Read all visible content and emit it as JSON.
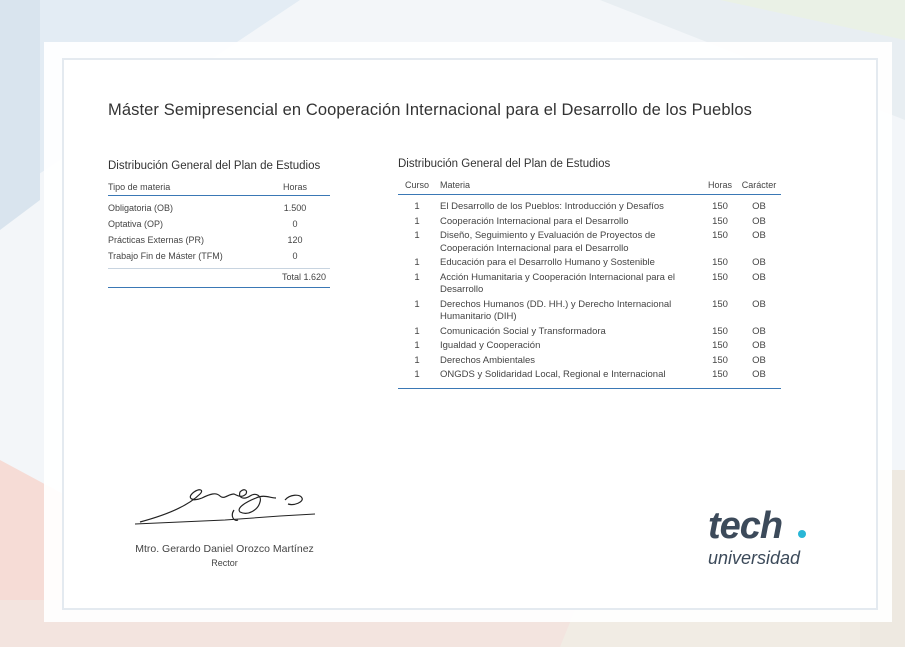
{
  "certificate": {
    "title": "Máster Semipresencial en Cooperación Internacional para el Desarrollo de los Pueblos"
  },
  "summary": {
    "heading": "Distribución General del Plan de Estudios",
    "headers": {
      "type": "Tipo de materia",
      "hours": "Horas"
    },
    "rows": [
      {
        "type": "Obligatoria (OB)",
        "hours": "1.500"
      },
      {
        "type": "Optativa (OP)",
        "hours": "0"
      },
      {
        "type": "Prácticas Externas (PR)",
        "hours": "120"
      },
      {
        "type": "Trabajo Fin de Máster (TFM)",
        "hours": "0"
      }
    ],
    "total": "Total 1.620"
  },
  "detail": {
    "heading": "Distribución General del Plan de Estudios",
    "headers": {
      "curso": "Curso",
      "materia": "Materia",
      "horas": "Horas",
      "caracter": "Carácter"
    },
    "rows": [
      {
        "curso": "1",
        "materia": "El Desarrollo de los Pueblos: Introducción y Desafíos",
        "horas": "150",
        "caracter": "OB"
      },
      {
        "curso": "1",
        "materia": "Cooperación Internacional para el Desarrollo",
        "horas": "150",
        "caracter": "OB"
      },
      {
        "curso": "1",
        "materia": "Diseño, Seguimiento y Evaluación de Proyectos de Cooperación Internacional para el Desarrollo",
        "horas": "150",
        "caracter": "OB"
      },
      {
        "curso": "1",
        "materia": "Educación para el Desarrollo Humano y Sostenible",
        "horas": "150",
        "caracter": "OB"
      },
      {
        "curso": "1",
        "materia": "Acción Humanitaria y Cooperación Internacional para el Desarrollo",
        "horas": "150",
        "caracter": "OB"
      },
      {
        "curso": "1",
        "materia": "Derechos Humanos (DD. HH.) y Derecho Internacional Humanitario (DIH)",
        "horas": "150",
        "caracter": "OB"
      },
      {
        "curso": "1",
        "materia": "Comunicación Social y Transformadora",
        "horas": "150",
        "caracter": "OB"
      },
      {
        "curso": "1",
        "materia": "Igualdad y Cooperación",
        "horas": "150",
        "caracter": "OB"
      },
      {
        "curso": "1",
        "materia": "Derechos Ambientales",
        "horas": "150",
        "caracter": "OB"
      },
      {
        "curso": "1",
        "materia": "ONGDS y Solidaridad Local, Regional e Internacional",
        "horas": "150",
        "caracter": "OB"
      }
    ]
  },
  "signatory": {
    "name": "Mtro. Gerardo Daniel Orozco Martínez",
    "role": "Rector"
  },
  "logo": {
    "word": "tech",
    "sub": "universidad",
    "color": "#3c4a5a",
    "accent": "#29b6d6"
  }
}
